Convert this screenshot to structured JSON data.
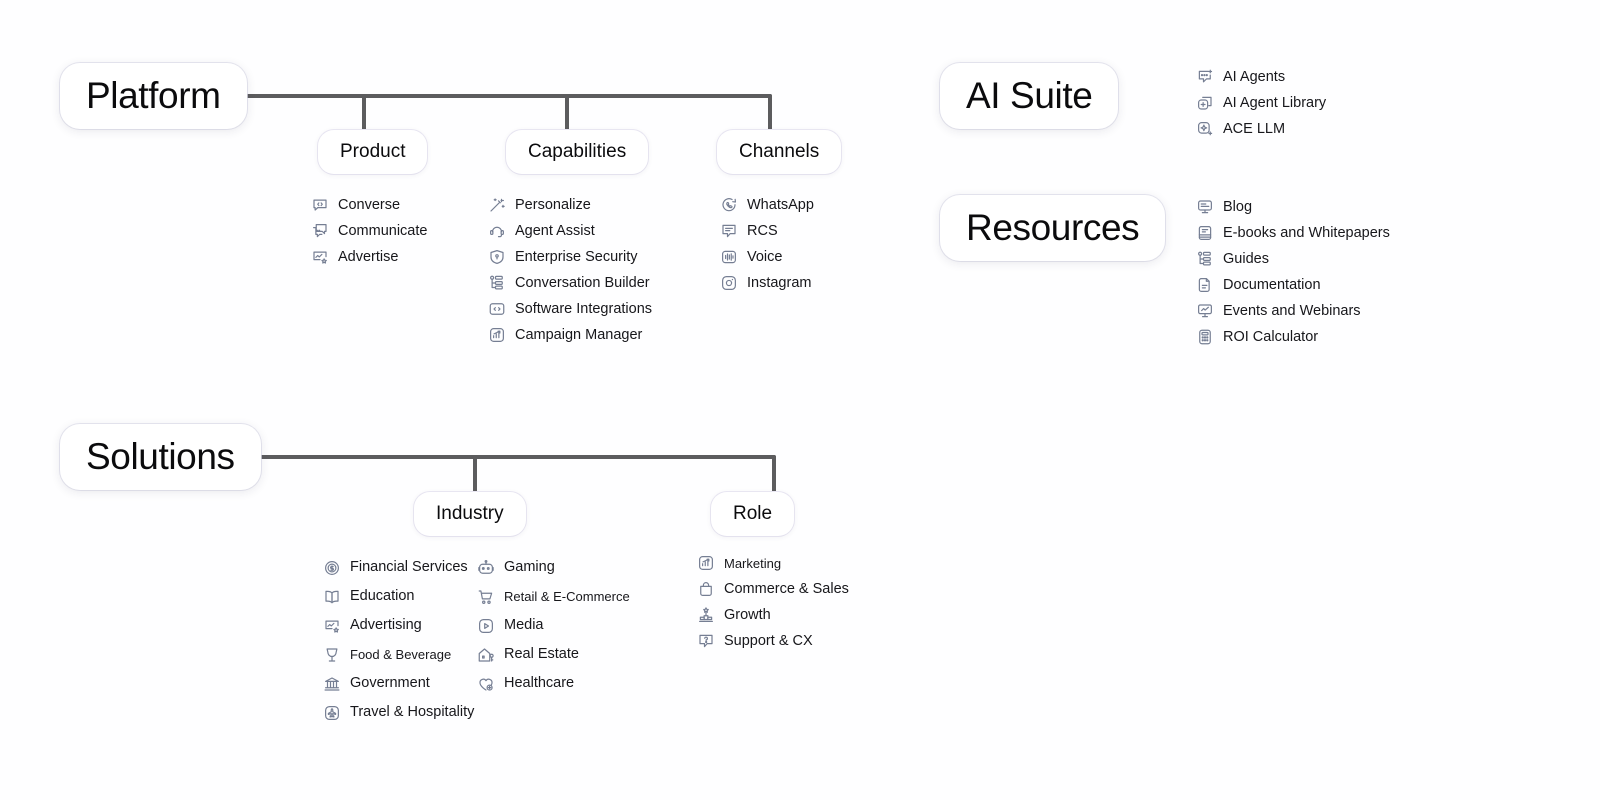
{
  "diagram": {
    "type": "sitemap-tree",
    "line_color": "#5c5c5e",
    "icon_color": "#757e93",
    "background": "#fefeff"
  },
  "platform": {
    "root_label": "Platform",
    "branches": [
      {
        "label": "Product",
        "items": [
          {
            "label": "Converse",
            "icon": "code-bubble-icon"
          },
          {
            "label": "Communicate",
            "icon": "chat-bubble-icon"
          },
          {
            "label": "Advertise",
            "icon": "chart-star-icon"
          }
        ]
      },
      {
        "label": "Capabilities",
        "items": [
          {
            "label": "Personalize",
            "icon": "magic-wand-icon"
          },
          {
            "label": "Agent Assist",
            "icon": "headset-icon"
          },
          {
            "label": "Enterprise Security",
            "icon": "shield-icon"
          },
          {
            "label": "Conversation Builder",
            "icon": "node-tree-icon"
          },
          {
            "label": "Software Integrations",
            "icon": "code-box-icon"
          },
          {
            "label": "Campaign Manager",
            "icon": "chart-up-icon"
          }
        ]
      },
      {
        "label": "Channels",
        "items": [
          {
            "label": "WhatsApp",
            "icon": "whatsapp-icon"
          },
          {
            "label": "RCS",
            "icon": "message-lines-icon"
          },
          {
            "label": "Voice",
            "icon": "waveform-icon"
          },
          {
            "label": "Instagram",
            "icon": "instagram-icon"
          }
        ]
      }
    ]
  },
  "ai_suite": {
    "root_label": "AI Suite",
    "items": [
      {
        "label": "AI Agents",
        "icon": "bubble-sparkle-icon"
      },
      {
        "label": "AI Agent Library",
        "icon": "stacked-plus-icon"
      },
      {
        "label": "ACE LLM",
        "icon": "sparkle-box-icon"
      }
    ]
  },
  "resources": {
    "root_label": "Resources",
    "items": [
      {
        "label": "Blog",
        "icon": "monitor-text-icon"
      },
      {
        "label": "E-books and Whitepapers",
        "icon": "book-lines-icon"
      },
      {
        "label": "Guides",
        "icon": "node-tree-icon"
      },
      {
        "label": "Documentation",
        "icon": "document-icon"
      },
      {
        "label": "Events and Webinars",
        "icon": "presentation-icon"
      },
      {
        "label": "ROI Calculator",
        "icon": "calculator-icon"
      }
    ]
  },
  "solutions": {
    "root_label": "Solutions",
    "branches": [
      {
        "label": "Industry",
        "columns": [
          [
            {
              "label": "Financial Services",
              "icon": "coin-icon"
            },
            {
              "label": "Education",
              "icon": "open-book-icon"
            },
            {
              "label": "Advertising",
              "icon": "chart-star-icon"
            },
            {
              "label": "Food & Beverage",
              "icon": "glass-icon"
            },
            {
              "label": "Government",
              "icon": "bank-icon"
            },
            {
              "label": "Travel & Hospitality",
              "icon": "plane-circle-icon"
            }
          ],
          [
            {
              "label": "Gaming",
              "icon": "robot-icon"
            },
            {
              "label": "Retail & E-Commerce",
              "icon": "cart-icon"
            },
            {
              "label": "Media",
              "icon": "play-box-icon"
            },
            {
              "label": "Real Estate",
              "icon": "house-key-icon"
            },
            {
              "label": "Healthcare",
              "icon": "heart-plus-icon"
            }
          ]
        ]
      },
      {
        "label": "Role",
        "columns": [
          [
            {
              "label": "Marketing",
              "icon": "chart-up-icon"
            },
            {
              "label": "Commerce & Sales",
              "icon": "bag-icon"
            },
            {
              "label": "Growth",
              "icon": "podium-star-icon"
            },
            {
              "label": "Support & CX",
              "icon": "question-bubble-icon"
            }
          ]
        ]
      }
    ]
  }
}
